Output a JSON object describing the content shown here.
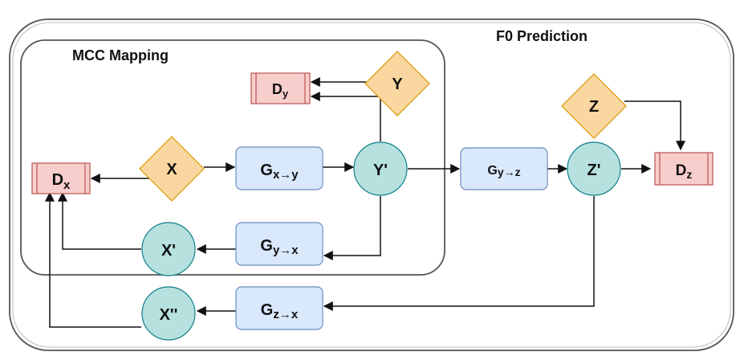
{
  "containers": {
    "outer_title": "F0 Prediction",
    "inner_title": "MCC Mapping"
  },
  "nodes": {
    "dx": {
      "base": "D",
      "sub": "x"
    },
    "dy": {
      "base": "D",
      "sub": "y"
    },
    "dz": {
      "base": "D",
      "sub": "z"
    },
    "x": {
      "text": "X"
    },
    "y": {
      "text": "Y"
    },
    "z": {
      "text": "Z"
    },
    "g_xy": {
      "base": "G",
      "sub": "x→y"
    },
    "g_yx": {
      "base": "G",
      "sub": "y→x"
    },
    "g_yz": {
      "base": "G",
      "sub": "y→z"
    },
    "g_zx": {
      "base": "G",
      "sub": "z→x"
    },
    "y_prime": {
      "text": "Y'"
    },
    "z_prime": {
      "text": "Z'"
    },
    "x_prime": {
      "text": "X'"
    },
    "x_dprime": {
      "text": "X''"
    }
  },
  "colors": {
    "discriminator_fill": "#f8cecc",
    "discriminator_stroke": "#b85450",
    "input_fill": "#fad7a0",
    "input_stroke": "#d79b00",
    "generator_fill": "#dae8fc",
    "generator_stroke": "#6c8ebf",
    "output_fill": "#b7e1df",
    "output_stroke": "#0e8088",
    "container_stroke": "#555555"
  }
}
